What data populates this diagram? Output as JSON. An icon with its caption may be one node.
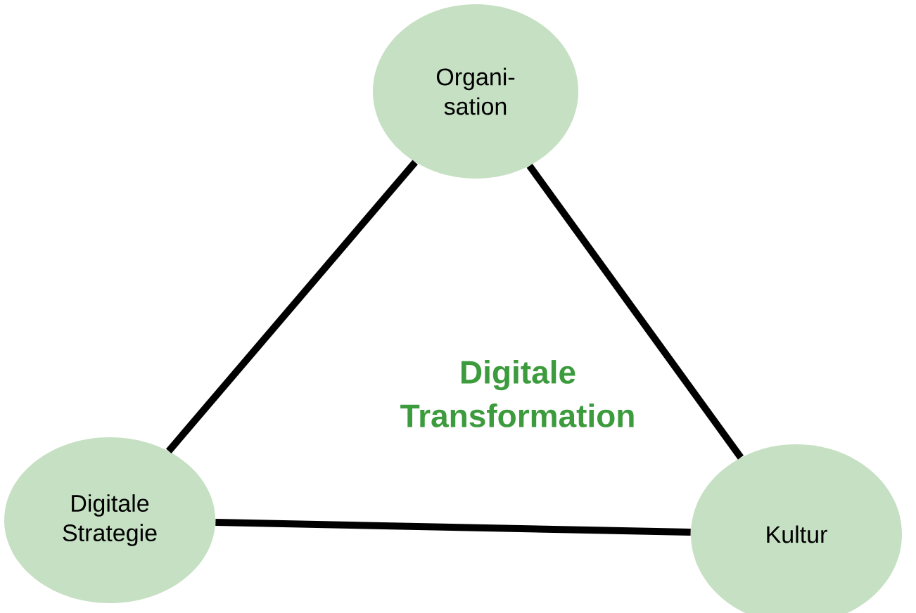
{
  "diagram": {
    "nodes": [
      {
        "text": [
          "Organi- sation"
        ]
      },
      {
        "text": [
          "Digitale Strategie"
        ]
      },
      {
        "text": [
          "Kultur"
        ]
      }
    ],
    "edges": [
      {
        "from": 0,
        "to": 1,
        "arrow": "none"
      },
      {
        "from": 1,
        "to": 2,
        "arrow": "none"
      },
      {
        "from": 2,
        "to": 0,
        "arrow": "none"
      }
    ],
    "labels": [
      "Digitale Transformation"
    ]
  }
}
